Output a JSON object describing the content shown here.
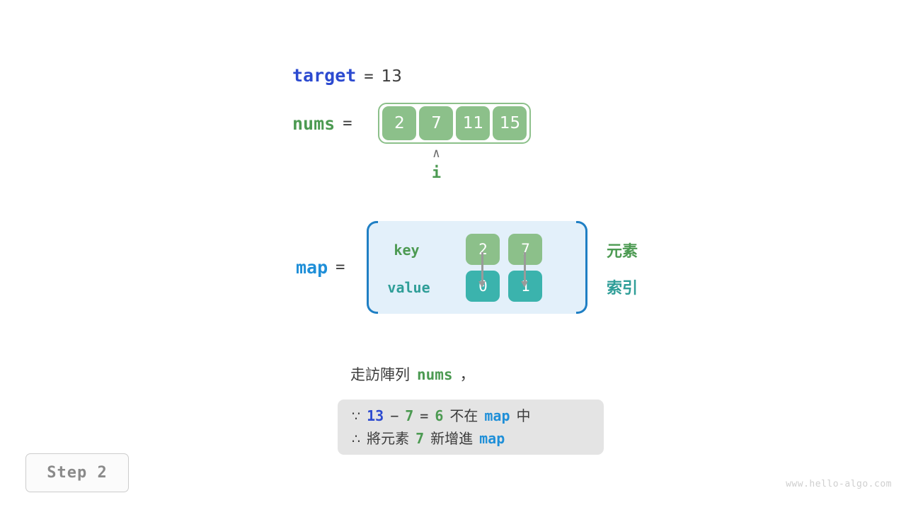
{
  "target": {
    "name": "target",
    "equals": "=",
    "value": "13"
  },
  "nums": {
    "name": "nums",
    "equals": "=",
    "cells": [
      "2",
      "7",
      "11",
      "15"
    ],
    "pointer": {
      "caret": "∧",
      "label": "i",
      "index": 1
    }
  },
  "map": {
    "name": "map",
    "equals": "=",
    "key_label": "key",
    "value_label": "value",
    "entries": [
      {
        "key": "2",
        "value": "0"
      },
      {
        "key": "7",
        "value": "1"
      }
    ],
    "annotations": {
      "element": "元素",
      "index": "索引"
    }
  },
  "caption": {
    "text": "走訪陣列",
    "code": "nums",
    "punct": "，"
  },
  "note": {
    "line1": {
      "symbol": "∵",
      "a": "13",
      "minus": "−",
      "b": "7",
      "eq": "=",
      "result": "6",
      "text": "不在",
      "map": "map",
      "suffix": "中"
    },
    "line2": {
      "symbol": "∴",
      "text": "將元素",
      "num": "7",
      "text2": "新增進",
      "map": "map"
    }
  },
  "step": {
    "label": "Step 2"
  },
  "watermark": "www.hello-algo.com",
  "colors": {
    "blue_deep": "#2c4ad0",
    "blue_map": "#1f8fd8",
    "green": "#4c9a52",
    "green_cell": "#8cc08a",
    "teal_cell": "#3bb3ad",
    "teal_text": "#2f9e98",
    "map_bg": "#e3f0fa",
    "map_bracket": "#1f7fc4",
    "note_bg": "#e4e4e4",
    "text": "#3c3c3c",
    "gray_arrow": "#9a9a9a"
  }
}
